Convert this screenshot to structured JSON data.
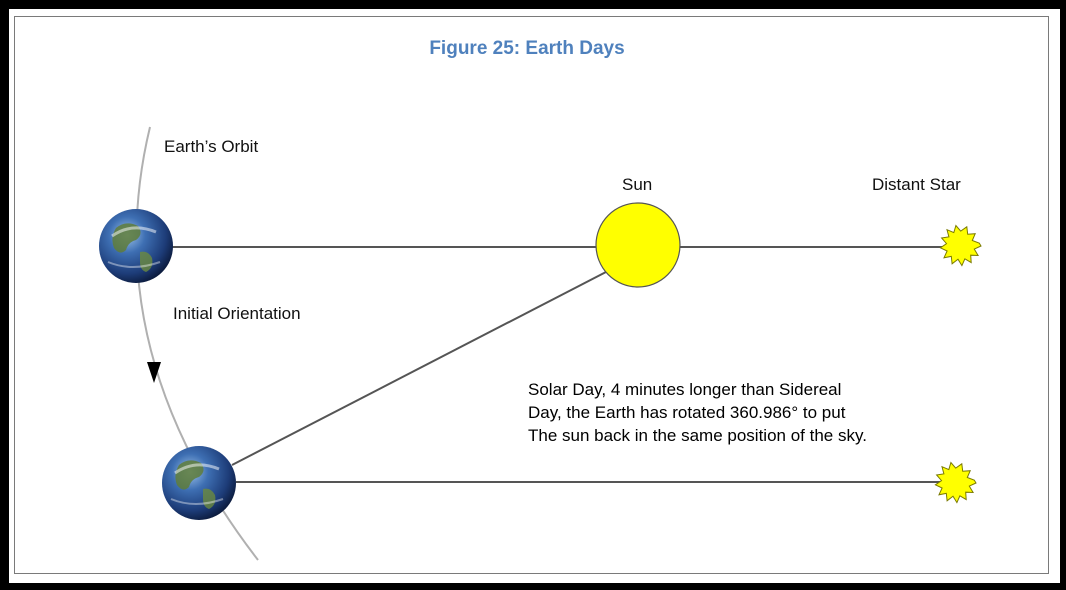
{
  "figure": {
    "title": "Figure 25: Earth Days"
  },
  "labels": {
    "earth_orbit": "Earth’s Orbit",
    "sun": "Sun",
    "distant_star": "Distant Star",
    "initial_orientation": "Initial Orientation"
  },
  "note": {
    "lines": [
      "Solar Day, 4 minutes longer than Sidereal",
      "Day, the Earth has rotated 360.986° to put",
      "The sun back in the same position of the sky."
    ]
  },
  "colors": {
    "title": "#4f81bd",
    "sun_fill": "#ffff00",
    "star_fill": "#ffff00",
    "line": "#555555",
    "orbit": "#b0b0b0"
  },
  "icons": {
    "earth": "earth-globe-icon",
    "sun": "sun-icon",
    "star": "star-burst-icon"
  }
}
